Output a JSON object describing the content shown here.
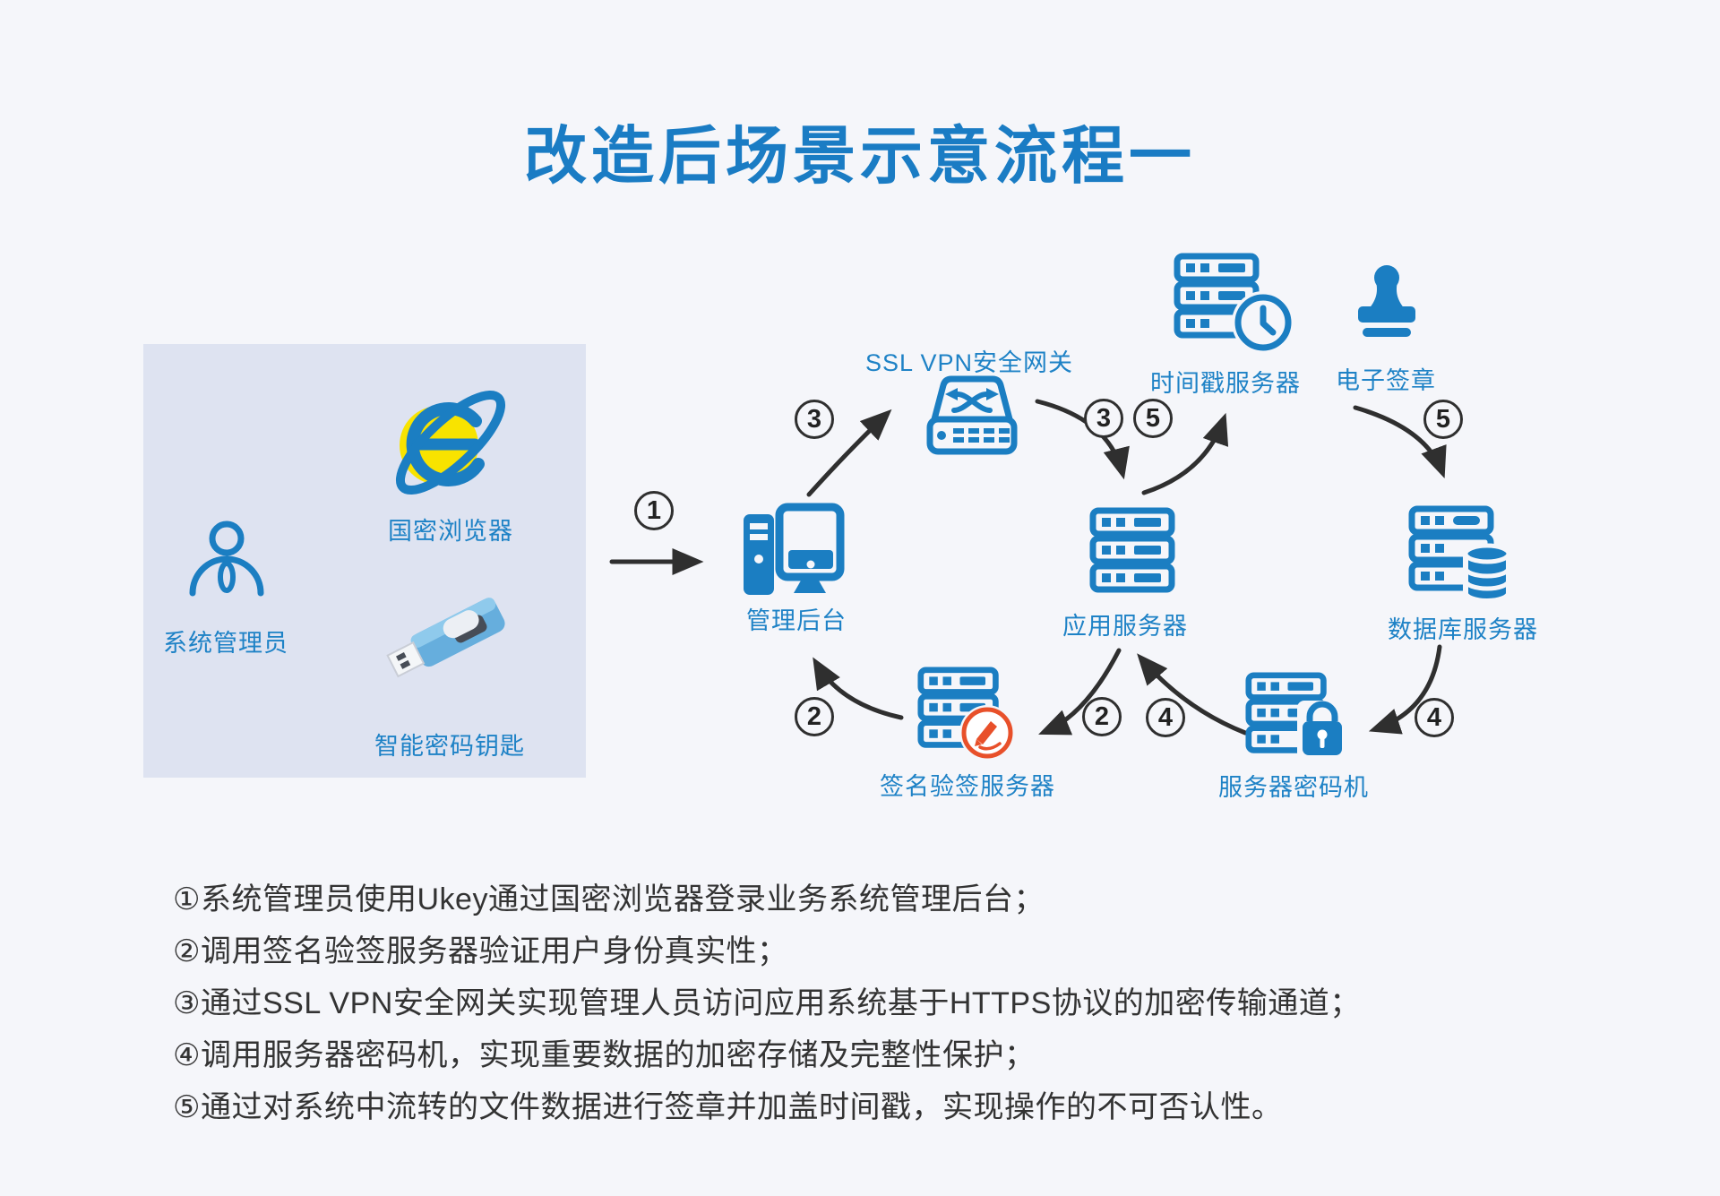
{
  "title": "改造后场景示意流程一",
  "colors": {
    "accent_blue": "#1b7ec2",
    "label_blue": "#1e82c6",
    "title_blue": "#1a7cc4",
    "globe_yellow": "#f8e300",
    "signature_orange": "#e8502a",
    "arrow_dark": "#2f2f2f",
    "panel_bg": "#dee3f1",
    "page_bg": "#f5f6fa"
  },
  "panel": {
    "admin_label": "系统管理员",
    "browser_label": "国密浏览器",
    "ukey_label": "智能密码钥匙"
  },
  "nodes": {
    "mgmt": "管理后台",
    "vpn": "SSL VPN安全网关",
    "app": "应用服务器",
    "tsa": "时间戳服务器",
    "seal": "电子签章",
    "db": "数据库服务器",
    "sign": "签名验签服务器",
    "hsm": "服务器密码机"
  },
  "badges": {
    "b1": "1",
    "b2": "2",
    "b3": "3",
    "b4": "4",
    "b5": "5"
  },
  "notes": [
    "①系统管理员使用Ukey通过国密浏览器登录业务系统管理后台；",
    "②调用签名验签服务器验证用户身份真实性；",
    "③通过SSL VPN安全网关实现管理人员访问应用系统基于HTTPS协议的加密传输通道；",
    "④调用服务器密码机，实现重要数据的加密存储及完整性保护；",
    "⑤通过对系统中流转的文件数据进行签章并加盖时间戳，实现操作的不可否认性。"
  ]
}
